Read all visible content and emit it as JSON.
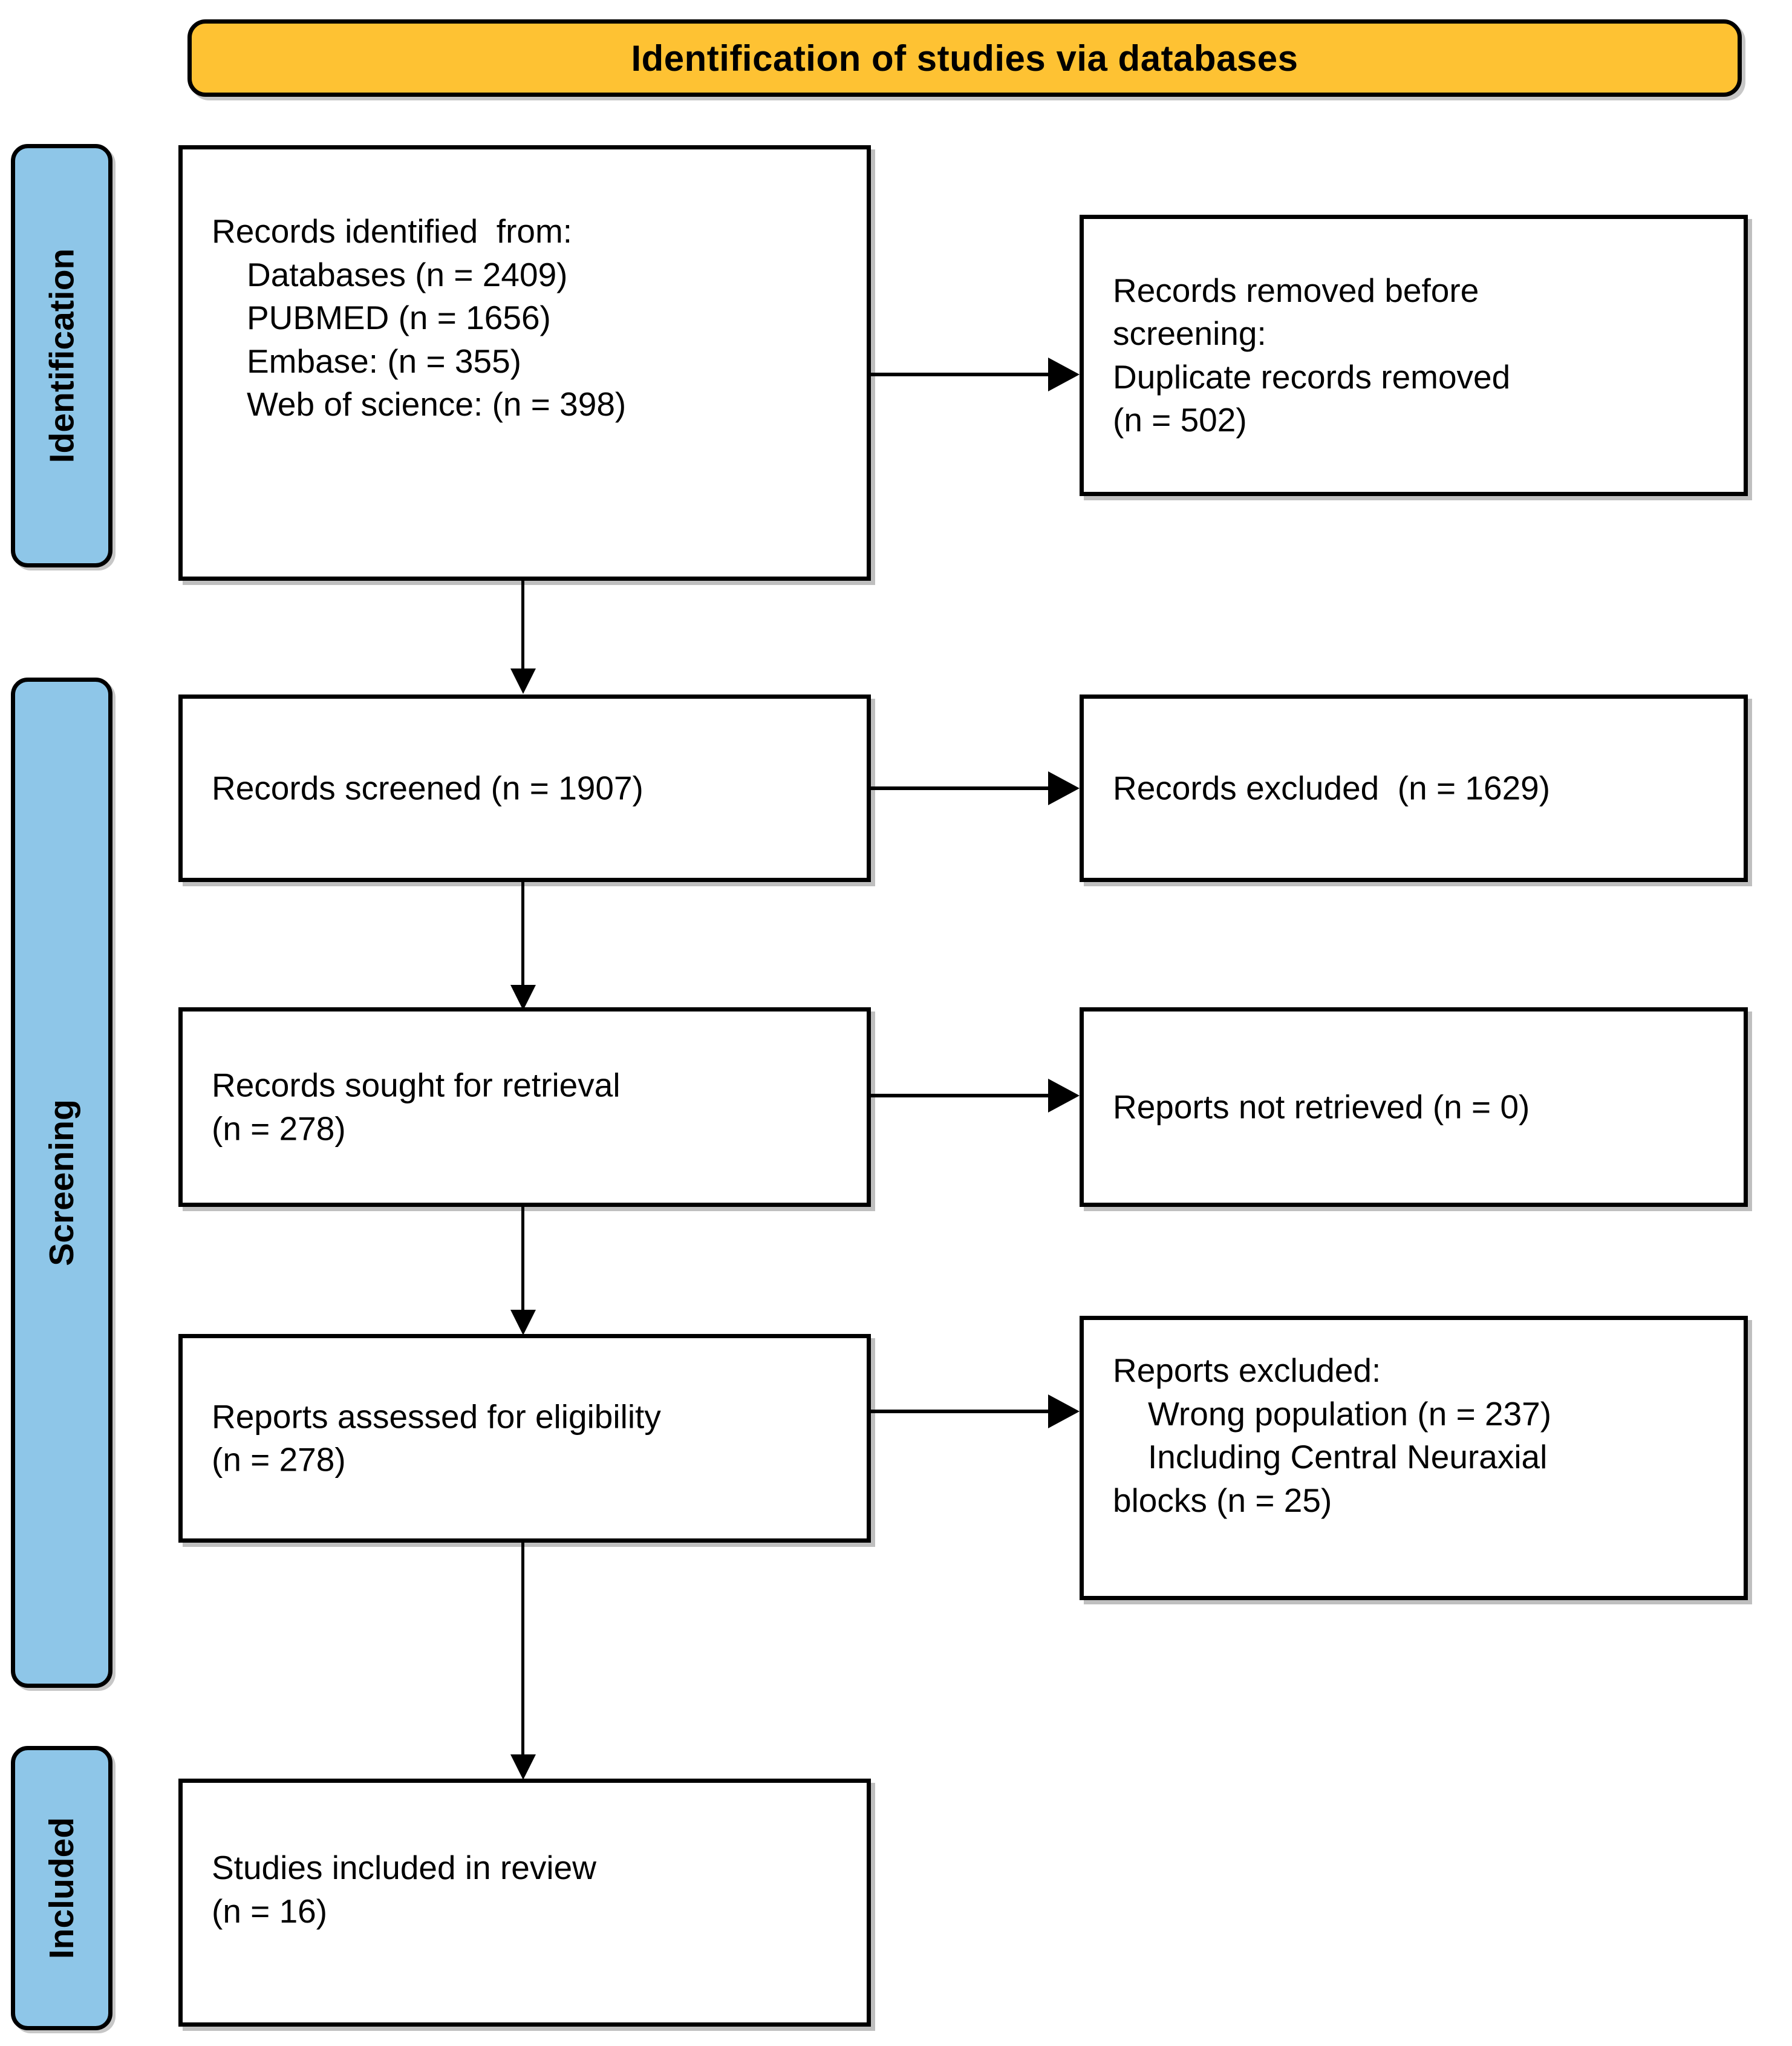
{
  "diagram": {
    "title": "Identification of studies via databases",
    "type": "PRISMA flow diagram"
  },
  "header": {
    "label": "Identification of studies via databases",
    "color": "#FEC233"
  },
  "stages": {
    "color": "#8EC6E8",
    "identification": "Identification",
    "screening": "Screening",
    "included": "Included"
  },
  "boxes": {
    "records_identified": {
      "line1": "Records identified  from:",
      "line2": "Databases (n = 2409)",
      "line3": "PUBMED (n = 1656)",
      "line4": "Embase: (n = 355)",
      "line5": "Web of science: (n = 398)"
    },
    "records_removed": {
      "line1": "Records removed before",
      "line2": "screening:",
      "line3": "Duplicate records removed",
      "line4": "(n = 502)"
    },
    "records_screened": {
      "line1": "Records screened (n = 1907)"
    },
    "records_excluded": {
      "line1": "Records excluded  (n = 1629)"
    },
    "records_sought": {
      "line1": "Records sought for retrieval",
      "line2": "(n = 278)"
    },
    "reports_not_retrieved": {
      "line1": "Reports not retrieved (n = 0)"
    },
    "reports_assessed": {
      "line1": "Reports assessed for eligibility",
      "line2": "(n = 278)"
    },
    "reports_excluded": {
      "line1": "Reports excluded:",
      "line2": "Wrong population (n = 237)",
      "line3": "Including Central Neuraxial",
      "line4": "blocks (n = 25)"
    },
    "studies_included": {
      "line1": "Studies included in review",
      "line2": "(n = 16)"
    }
  },
  "counts": {
    "databases_total": 2409,
    "pubmed": 1656,
    "embase": 355,
    "web_of_science": 398,
    "duplicates_removed": 502,
    "records_screened": 1907,
    "records_excluded": 1629,
    "records_sought": 278,
    "reports_not_retrieved": 0,
    "reports_assessed": 278,
    "wrong_population": 237,
    "central_neuraxial_blocks": 25,
    "studies_included": 16
  }
}
